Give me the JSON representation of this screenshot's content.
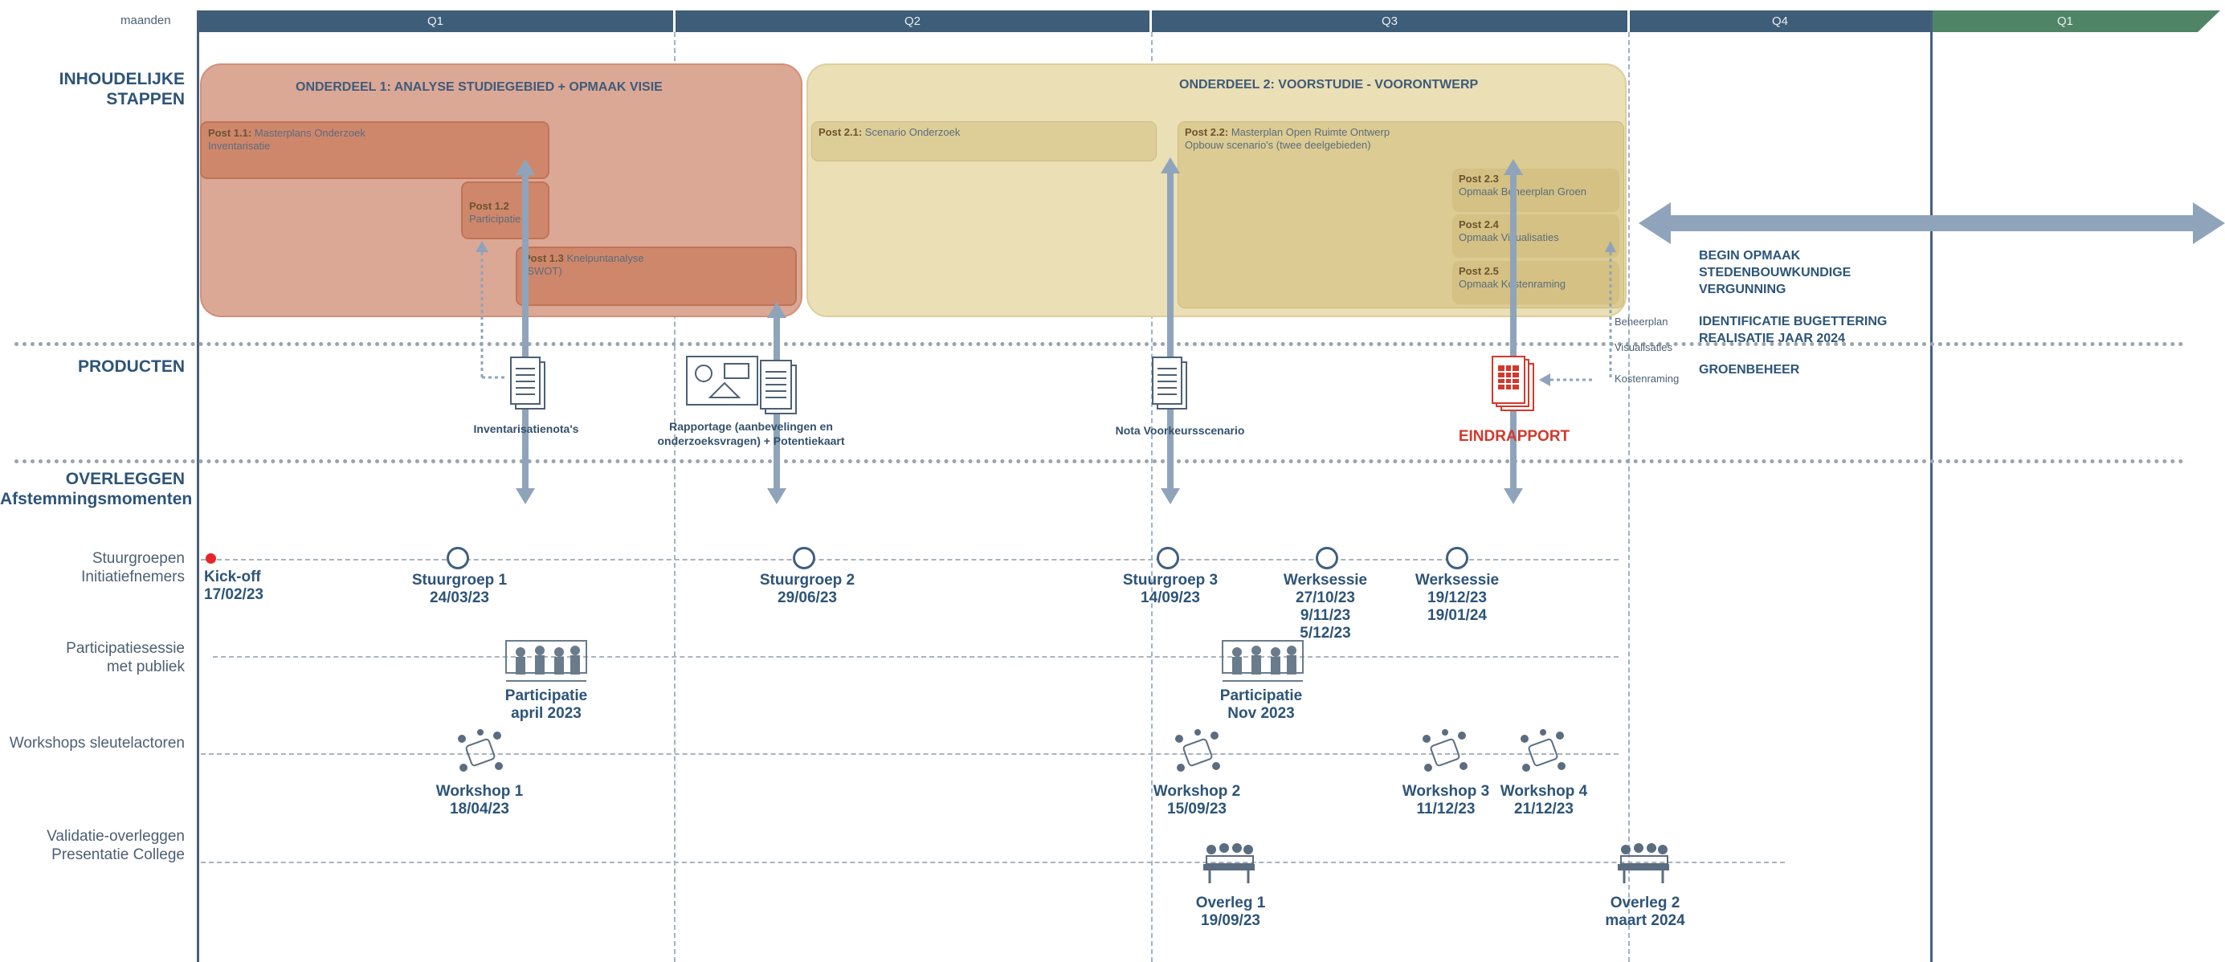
{
  "timeline": {
    "label": "maanden",
    "quarters": [
      "Q1",
      "Q2",
      "Q3",
      "Q4",
      "Q1"
    ]
  },
  "sections": {
    "inhoudelijk": "INHOUDELIJKE\nSTAPPEN",
    "producten": "PRODUCTEN",
    "overleggen": "OVERLEGGEN\nAfstemmingsmomenten"
  },
  "rows": {
    "stuurgroepen": "Stuurgroepen\nInitiatiefnemers",
    "participatie": "Participatiesessie\nmet publiek",
    "workshops": "Workshops sleutelactoren",
    "validatie": "Validatie-overleggen\nPresentatie College"
  },
  "onderdeel1": {
    "title": "ONDERDEEL 1: ANALYSE STUDIEGEBIED + OPMAAK VISIE",
    "post11": {
      "id": "Post 1.1:",
      "text": "Masterplans Onderzoek\nInventarisatie"
    },
    "post12": {
      "id": "Post 1.2",
      "text": "Participatie"
    },
    "post13": {
      "id": "Post 1.3",
      "text": "Knelpuntanalyse\n(SWOT)"
    }
  },
  "onderdeel2": {
    "title": "ONDERDEEL 2: VOORSTUDIE - VOORONTWERP",
    "post21": {
      "id": "Post 2.1:",
      "text": "Scenario Onderzoek"
    },
    "post22": {
      "id": "Post 2.2:",
      "text": "Masterplan Open Ruimte Ontwerp\nOpbouw scenario's (twee deelgebieden)"
    },
    "post23": {
      "id": "Post 2.3",
      "text": "Opmaak Beheerplan Groen"
    },
    "post24": {
      "id": "Post 2.4",
      "text": "Opmaak Visualisaties"
    },
    "post25": {
      "id": "Post 2.5",
      "text": "Opmaak Kostenraming"
    }
  },
  "side_notes": {
    "begin": "BEGIN OPMAAK\nSTEDENBOUWKUNDIGE\nVERGUNNING",
    "identificatie": "IDENTIFICATIE BUGETTERING\nREALISATIE JAAR 2024",
    "groenbeheer": "GROENBEHEER"
  },
  "products": {
    "p1": "Inventarisatienota's",
    "p2": "Rapportage (aanbevelingen en\nonderzoeksvragen) + Potentiekaart",
    "p3": "Nota Voorkeursscenario",
    "p4": "EINDRAPPORT",
    "small": [
      "Beheerplan",
      "Visualisaties",
      "Kostenraming"
    ]
  },
  "stuurgroepen": [
    {
      "label": "Kick-off",
      "date": "17/02/23"
    },
    {
      "label": "Stuurgroep 1",
      "date": "24/03/23"
    },
    {
      "label": "Stuurgroep 2",
      "date": "29/06/23"
    },
    {
      "label": "Stuurgroep 3",
      "date": "14/09/23"
    },
    {
      "label": "Werksessie",
      "date": "27/10/23\n9/11/23\n5/12/23"
    },
    {
      "label": "Werksessie",
      "date": "19/12/23\n19/01/24"
    }
  ],
  "participatie": [
    {
      "label": "Participatie",
      "date": "april 2023"
    },
    {
      "label": "Participatie",
      "date": "Nov 2023"
    }
  ],
  "workshops": [
    {
      "label": "Workshop 1",
      "date": "18/04/23"
    },
    {
      "label": "Workshop 2",
      "date": "15/09/23"
    },
    {
      "label": "Workshop 3",
      "date": "11/12/23"
    },
    {
      "label": "Workshop 4",
      "date": "21/12/23"
    }
  ],
  "overleg": [
    {
      "label": "Overleg 1",
      "date": "19/09/23"
    },
    {
      "label": "Overleg 2",
      "date": "maart 2024"
    }
  ],
  "colors": {
    "quarter": "#3e5d78",
    "quarter_next": "#4f8566",
    "onderdeel1": "#d9a08a",
    "onderdeel2": "#e8dcb0",
    "arrow": "#8fa4bb",
    "eindrapport": "#d2392c",
    "kickoff": "#e5262a"
  }
}
